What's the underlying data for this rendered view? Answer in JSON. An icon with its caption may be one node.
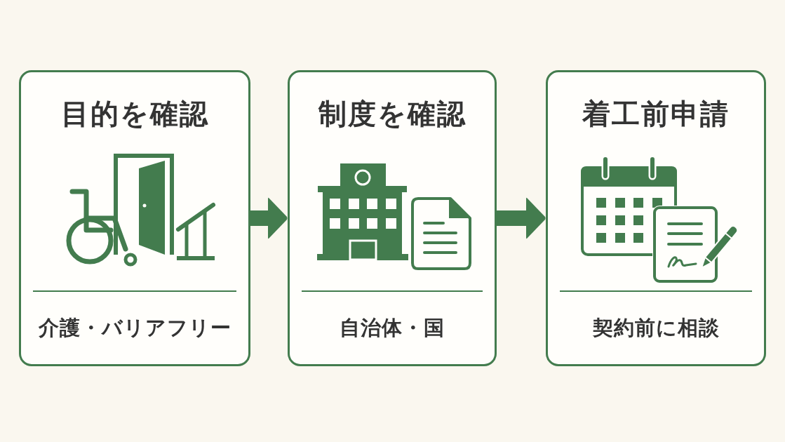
{
  "diagram": {
    "nodes": [
      {
        "text": [
          "目的を確認",
          "介護・バリアフリー"
        ]
      },
      {
        "text": [
          "制度を確認",
          "自治体・国"
        ]
      },
      {
        "text": [
          "着工前申請",
          "契約前に相談"
        ]
      }
    ],
    "edges": [
      {
        "from": 0,
        "to": 1,
        "arrow": "to"
      },
      {
        "from": 1,
        "to": 2,
        "arrow": "to"
      }
    ]
  }
}
